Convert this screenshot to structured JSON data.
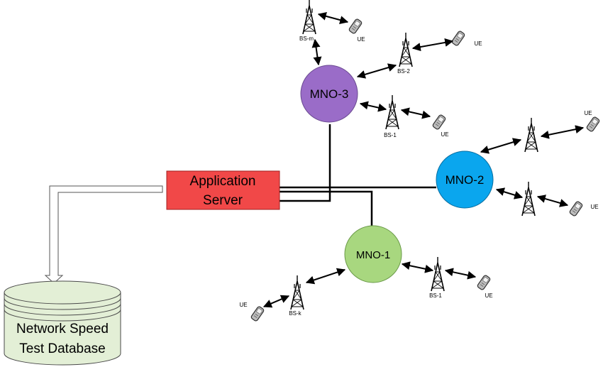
{
  "server": {
    "line1": "Application",
    "line2": "Server"
  },
  "database": {
    "line1": "Network Speed",
    "line2": "Test Database"
  },
  "mno": {
    "mno3": "MNO-3",
    "mno2": "MNO-2",
    "mno1": "MNO-1"
  },
  "labels": {
    "bs_m": "BS-m",
    "bs_2": "BS-2",
    "bs_1_top": "BS-1",
    "bs_1_bottom": "BS-1",
    "bs_k": "BS-k",
    "ue": "UE"
  },
  "colors": {
    "server_fill": "#f14848",
    "mno3_fill": "#9a6cc8",
    "mno2_fill": "#0aa6ee",
    "mno1_fill": "#a8d77f",
    "db_fill": "#e3efd6"
  }
}
